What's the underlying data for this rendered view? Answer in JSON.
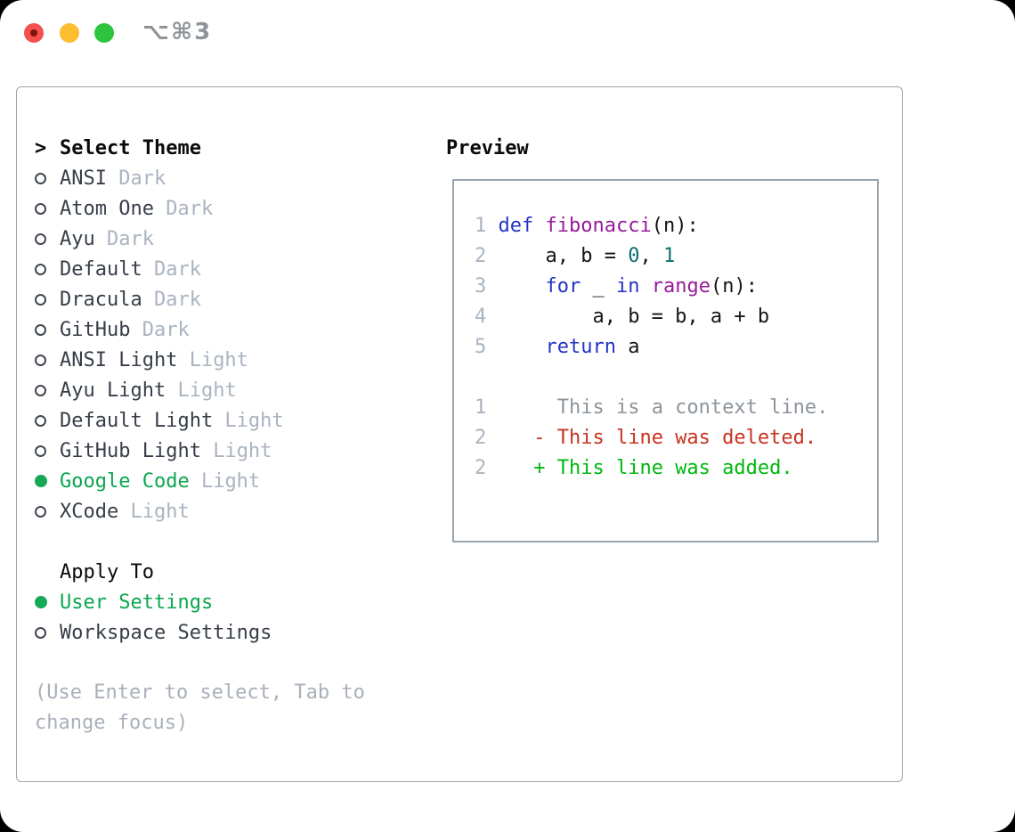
{
  "titlebar": {
    "shortcut": "⌥⌘3",
    "buttons": [
      {
        "icon": "close-traffic-light-icon"
      },
      {
        "icon": "minimize-traffic-light-icon"
      },
      {
        "icon": "zoom-traffic-light-icon"
      }
    ]
  },
  "panel": {
    "prompt": ">",
    "select_header": "Select Theme",
    "themes": [
      {
        "name": "ANSI",
        "variant": "Dark",
        "selected": false
      },
      {
        "name": "Atom One",
        "variant": "Dark",
        "selected": false
      },
      {
        "name": "Ayu",
        "variant": "Dark",
        "selected": false
      },
      {
        "name": "Default",
        "variant": "Dark",
        "selected": false
      },
      {
        "name": "Dracula",
        "variant": "Dark",
        "selected": false
      },
      {
        "name": "GitHub",
        "variant": "Dark",
        "selected": false
      },
      {
        "name": "ANSI Light",
        "variant": "Light",
        "selected": false
      },
      {
        "name": "Ayu Light",
        "variant": "Light",
        "selected": false
      },
      {
        "name": "Default Light",
        "variant": "Light",
        "selected": false
      },
      {
        "name": "GitHub Light",
        "variant": "Light",
        "selected": false
      },
      {
        "name": "Google Code",
        "variant": "Light",
        "selected": true
      },
      {
        "name": "XCode",
        "variant": "Light",
        "selected": false
      }
    ],
    "apply_header": "Apply To",
    "apply_options": [
      {
        "name": "User Settings",
        "selected": true
      },
      {
        "name": "Workspace Settings",
        "selected": false
      }
    ],
    "hint": "(Use Enter to select, Tab to change focus)"
  },
  "preview": {
    "title": "Preview",
    "code_lines": [
      {
        "num": "1",
        "tokens": [
          {
            "t": "def",
            "c": "kw"
          },
          {
            "t": " "
          },
          {
            "t": "fibonacci",
            "c": "fn"
          },
          {
            "t": "(n):"
          }
        ]
      },
      {
        "num": "2",
        "tokens": [
          {
            "t": "    a, b = "
          },
          {
            "t": "0",
            "c": "cnum"
          },
          {
            "t": ", "
          },
          {
            "t": "1",
            "c": "cnum"
          }
        ]
      },
      {
        "num": "3",
        "tokens": [
          {
            "t": "    "
          },
          {
            "t": "for",
            "c": "kw"
          },
          {
            "t": " _ "
          },
          {
            "t": "in",
            "c": "kw"
          },
          {
            "t": " "
          },
          {
            "t": "range",
            "c": "fn"
          },
          {
            "t": "(n):"
          }
        ]
      },
      {
        "num": "4",
        "tokens": [
          {
            "t": "        a, b = b, a + b"
          }
        ]
      },
      {
        "num": "5",
        "tokens": [
          {
            "t": "    "
          },
          {
            "t": "return",
            "c": "kw"
          },
          {
            "t": " a"
          }
        ]
      }
    ],
    "diff_lines": [
      {
        "num": "1",
        "gap": "     ",
        "text": "This is a context line.",
        "type": "ctx"
      },
      {
        "num": "2",
        "gap": "   ",
        "text": "- This line was deleted.",
        "type": "del"
      },
      {
        "num": "2",
        "gap": "   ",
        "text": "+ This line was added.",
        "type": "add"
      }
    ]
  },
  "colors": {
    "selection_green": "#0aa74f",
    "radio_dot_green": "#16a854",
    "keyword_blue": "#2433c4",
    "function_purple": "#981a9a",
    "number_teal": "#0d6f70",
    "diff_deleted_red": "#c8321f",
    "diff_added_green": "#00b70f",
    "context_gray": "#8d949b",
    "line_number_gray": "#a9b4c0",
    "muted_gray": "#aab3c0",
    "panel_border": "#9aa4ae",
    "traffic_red": "#f4514e",
    "traffic_yellow": "#fcbd2f",
    "traffic_green": "#2ec53e"
  }
}
